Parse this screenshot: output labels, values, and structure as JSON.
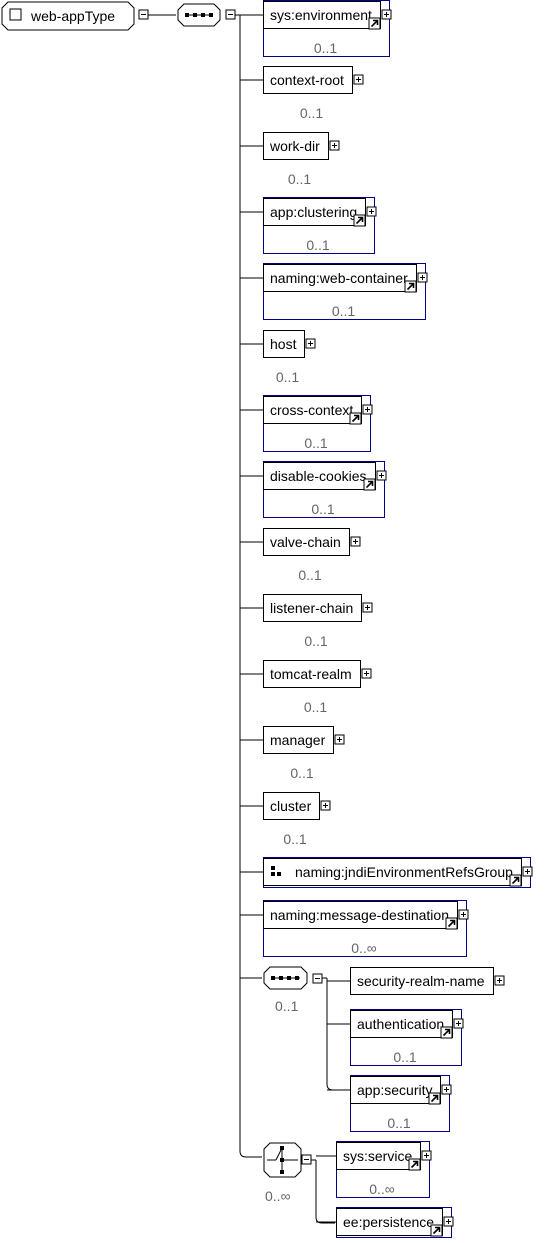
{
  "root": {
    "name": "web-appType"
  },
  "elements": [
    {
      "name": "sys:environment",
      "card": "0..1",
      "ref": true
    },
    {
      "name": "context-root",
      "card": "0..1",
      "ref": false
    },
    {
      "name": "work-dir",
      "card": "0..1",
      "ref": false
    },
    {
      "name": "app:clustering",
      "card": "0..1",
      "ref": true
    },
    {
      "name": "naming:web-container",
      "card": "0..1",
      "ref": true
    },
    {
      "name": "host",
      "card": "0..1",
      "ref": false
    },
    {
      "name": "cross-context",
      "card": "0..1",
      "ref": true
    },
    {
      "name": "disable-cookies",
      "card": "0..1",
      "ref": true
    },
    {
      "name": "valve-chain",
      "card": "0..1",
      "ref": false
    },
    {
      "name": "listener-chain",
      "card": "0..1",
      "ref": false
    },
    {
      "name": "tomcat-realm",
      "card": "0..1",
      "ref": false
    },
    {
      "name": "manager",
      "card": "0..1",
      "ref": false
    },
    {
      "name": "cluster",
      "card": "0..1",
      "ref": false
    },
    {
      "name": "naming:jndiEnvironmentRefsGroup",
      "card": "",
      "ref": true,
      "group": true
    },
    {
      "name": "naming:message-destination",
      "card": "0..∞",
      "ref": true
    }
  ],
  "security_sequence": {
    "card": "0..1",
    "children": [
      {
        "name": "security-realm-name",
        "card": "",
        "ref": false
      },
      {
        "name": "authentication",
        "card": "0..1",
        "ref": true
      },
      {
        "name": "app:security",
        "card": "0..1",
        "ref": true
      }
    ]
  },
  "choice": {
    "card": "0..∞",
    "children": [
      {
        "name": "sys:service",
        "card": "0..∞",
        "ref": true
      },
      {
        "name": "ee:persistence",
        "card": "",
        "ref": true
      }
    ]
  },
  "colors": {
    "optional_border": "#00008b",
    "line": "#000000",
    "card": "#666666"
  }
}
